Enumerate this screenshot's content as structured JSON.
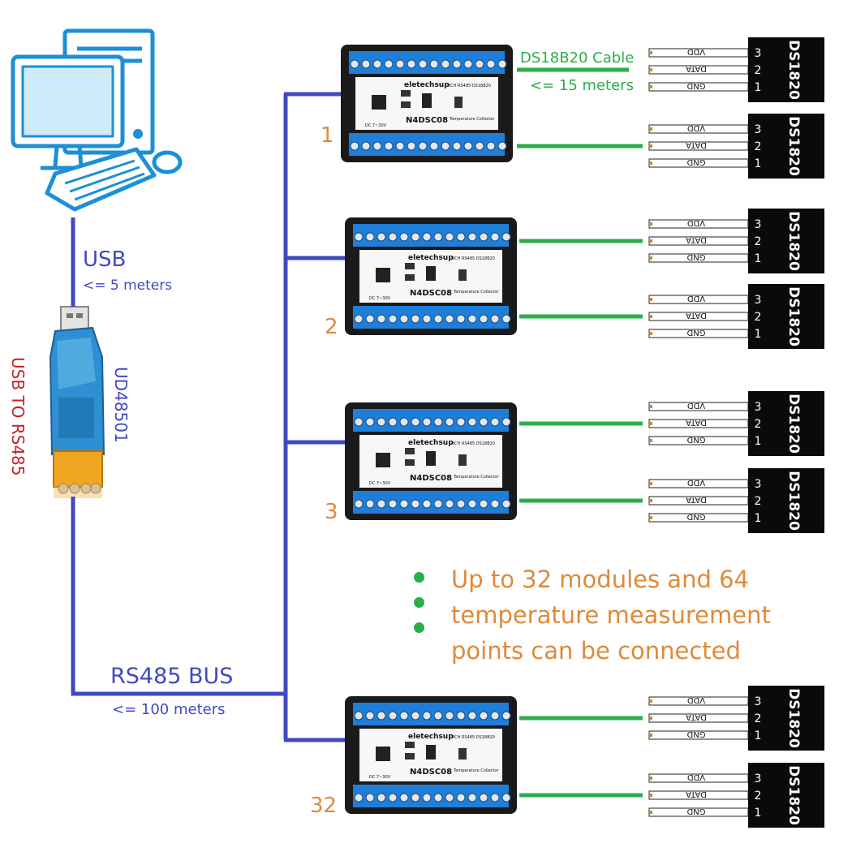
{
  "pc": {
    "usb_label": "USB",
    "usb_length": "<= 5 meters"
  },
  "converter": {
    "model": "UD48501",
    "function": "USB TO RS485"
  },
  "bus": {
    "label": "RS485 BUS",
    "length": "<= 100 meters"
  },
  "cable": {
    "label": "DS18B20 Cable",
    "length": "<= 15 meters"
  },
  "module": {
    "brand": "eletechsup",
    "model": "N4DSC08",
    "desc": "8CH RS485 DS18B20",
    "sub": "Temperature Collector",
    "power": "DC 7~30V"
  },
  "modules": [
    {
      "number": "1"
    },
    {
      "number": "2"
    },
    {
      "number": "3"
    },
    {
      "number": "32"
    }
  ],
  "sensor": {
    "name": "DS1820",
    "pins": [
      "VDD",
      "DATA",
      "GND"
    ],
    "pin_numbers": [
      "3",
      "2",
      "1"
    ]
  },
  "note": {
    "lines": [
      "Up to 32 modules and 64",
      "temperature measurement",
      "points can be connected"
    ]
  },
  "colors": {
    "bus": "#4049c2",
    "cable": "#2cae4a",
    "accent": "#e0893a",
    "label_blue": "#4049c2",
    "label_red": "#c0252b",
    "sensor": "#0a0a0a"
  }
}
